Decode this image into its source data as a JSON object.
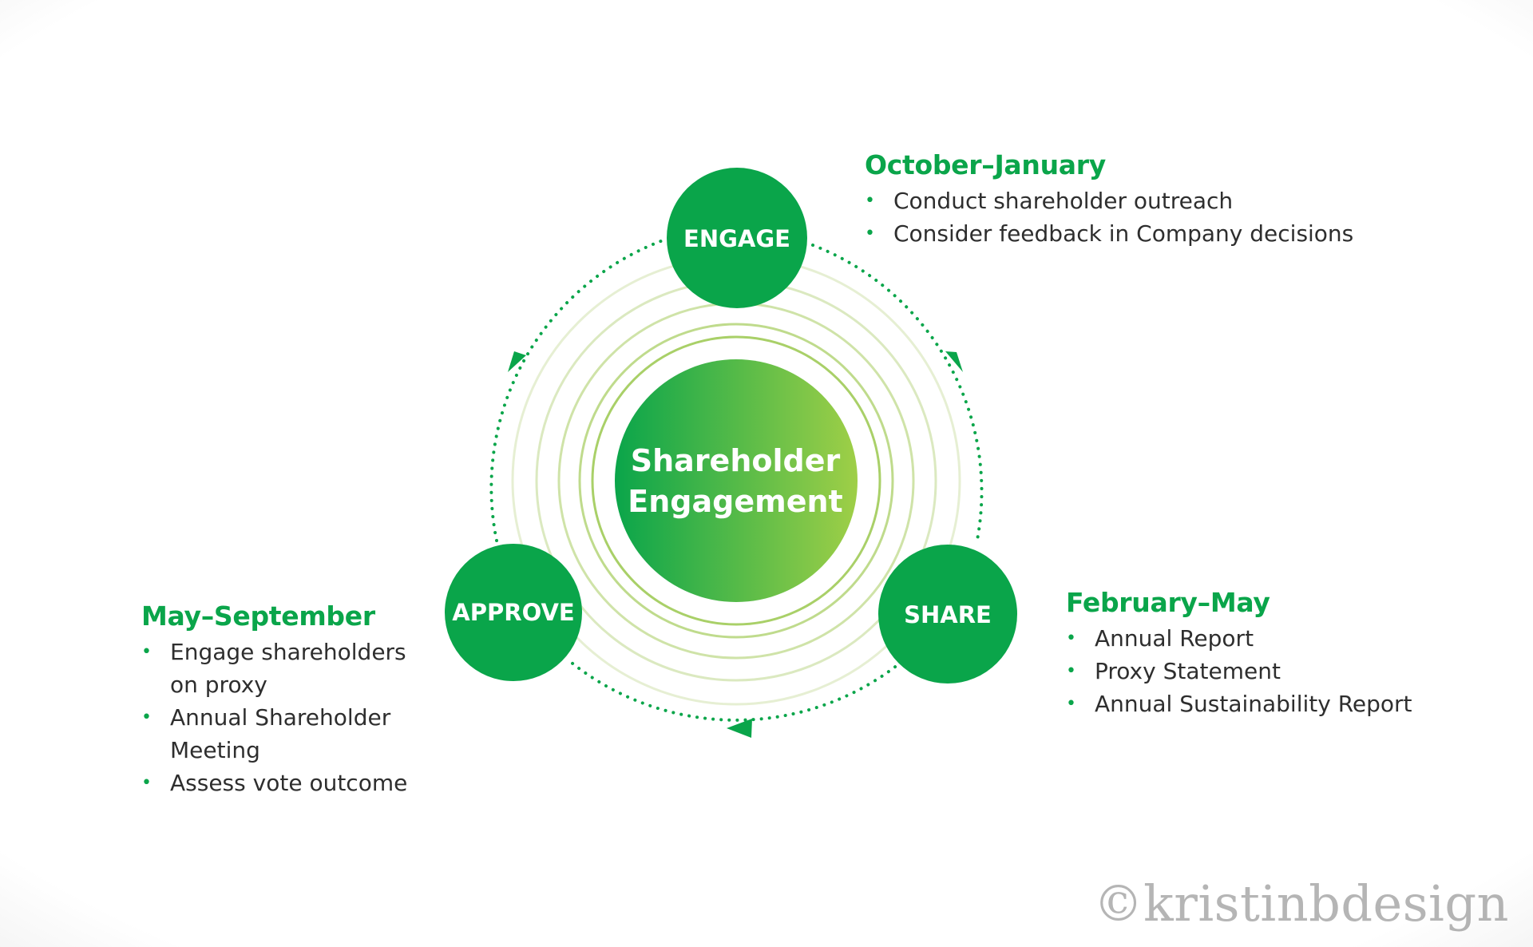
{
  "colors": {
    "primary_green": "#0aa54a",
    "light_green": "#8dc63f",
    "ring_green": "#cfe3a8",
    "text_dark": "#2e2e2e"
  },
  "center": {
    "line1": "Shareholder",
    "line2": "Engagement"
  },
  "phases": {
    "engage": {
      "label": "ENGAGE",
      "period": "October–January",
      "items": [
        "Conduct shareholder outreach",
        "Consider feedback in Company decisions"
      ]
    },
    "share": {
      "label": "SHARE",
      "period": "February–May",
      "items": [
        "Annual Report",
        "Proxy Statement",
        "Annual Sustainability Report"
      ]
    },
    "approve": {
      "label": "APPROVE",
      "period": "May–September",
      "items": [
        "Engage shareholders",
        "on proxy",
        "Annual Shareholder",
        "Meeting",
        "Assess vote outcome"
      ]
    }
  },
  "watermark": "©kristinbdesign"
}
